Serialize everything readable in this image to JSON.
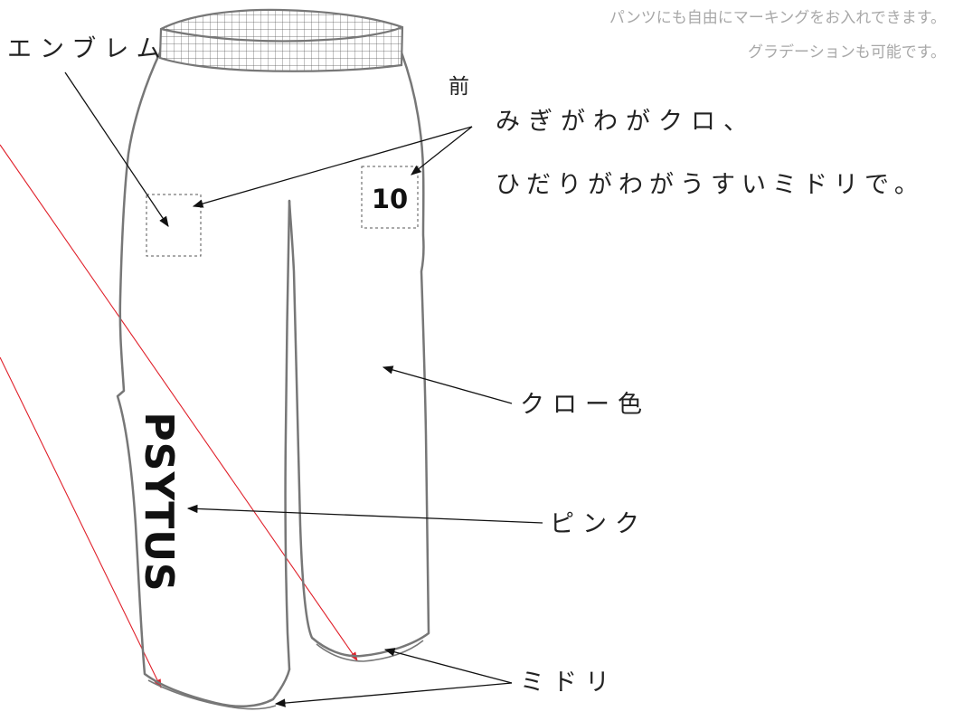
{
  "notes": {
    "line1": "パンツにも自由にマーキングをお入れできます。",
    "line2": "グラデーションも可能です。"
  },
  "labels": {
    "emblem": "エンブレム",
    "front": "前",
    "right_side": "みぎがわがクロ、",
    "left_side": "ひだりがわがうすいミドリで。",
    "body_color": "クロー色",
    "text_color": "ピンク",
    "cuff_color": "ミドリ"
  },
  "marks": {
    "number": "10",
    "brand": "PSYTUS"
  },
  "colors": {
    "outline": "#777777",
    "arrow": "#111111",
    "guide_red": "#e0202a",
    "note_gray": "#a8a8a8"
  }
}
